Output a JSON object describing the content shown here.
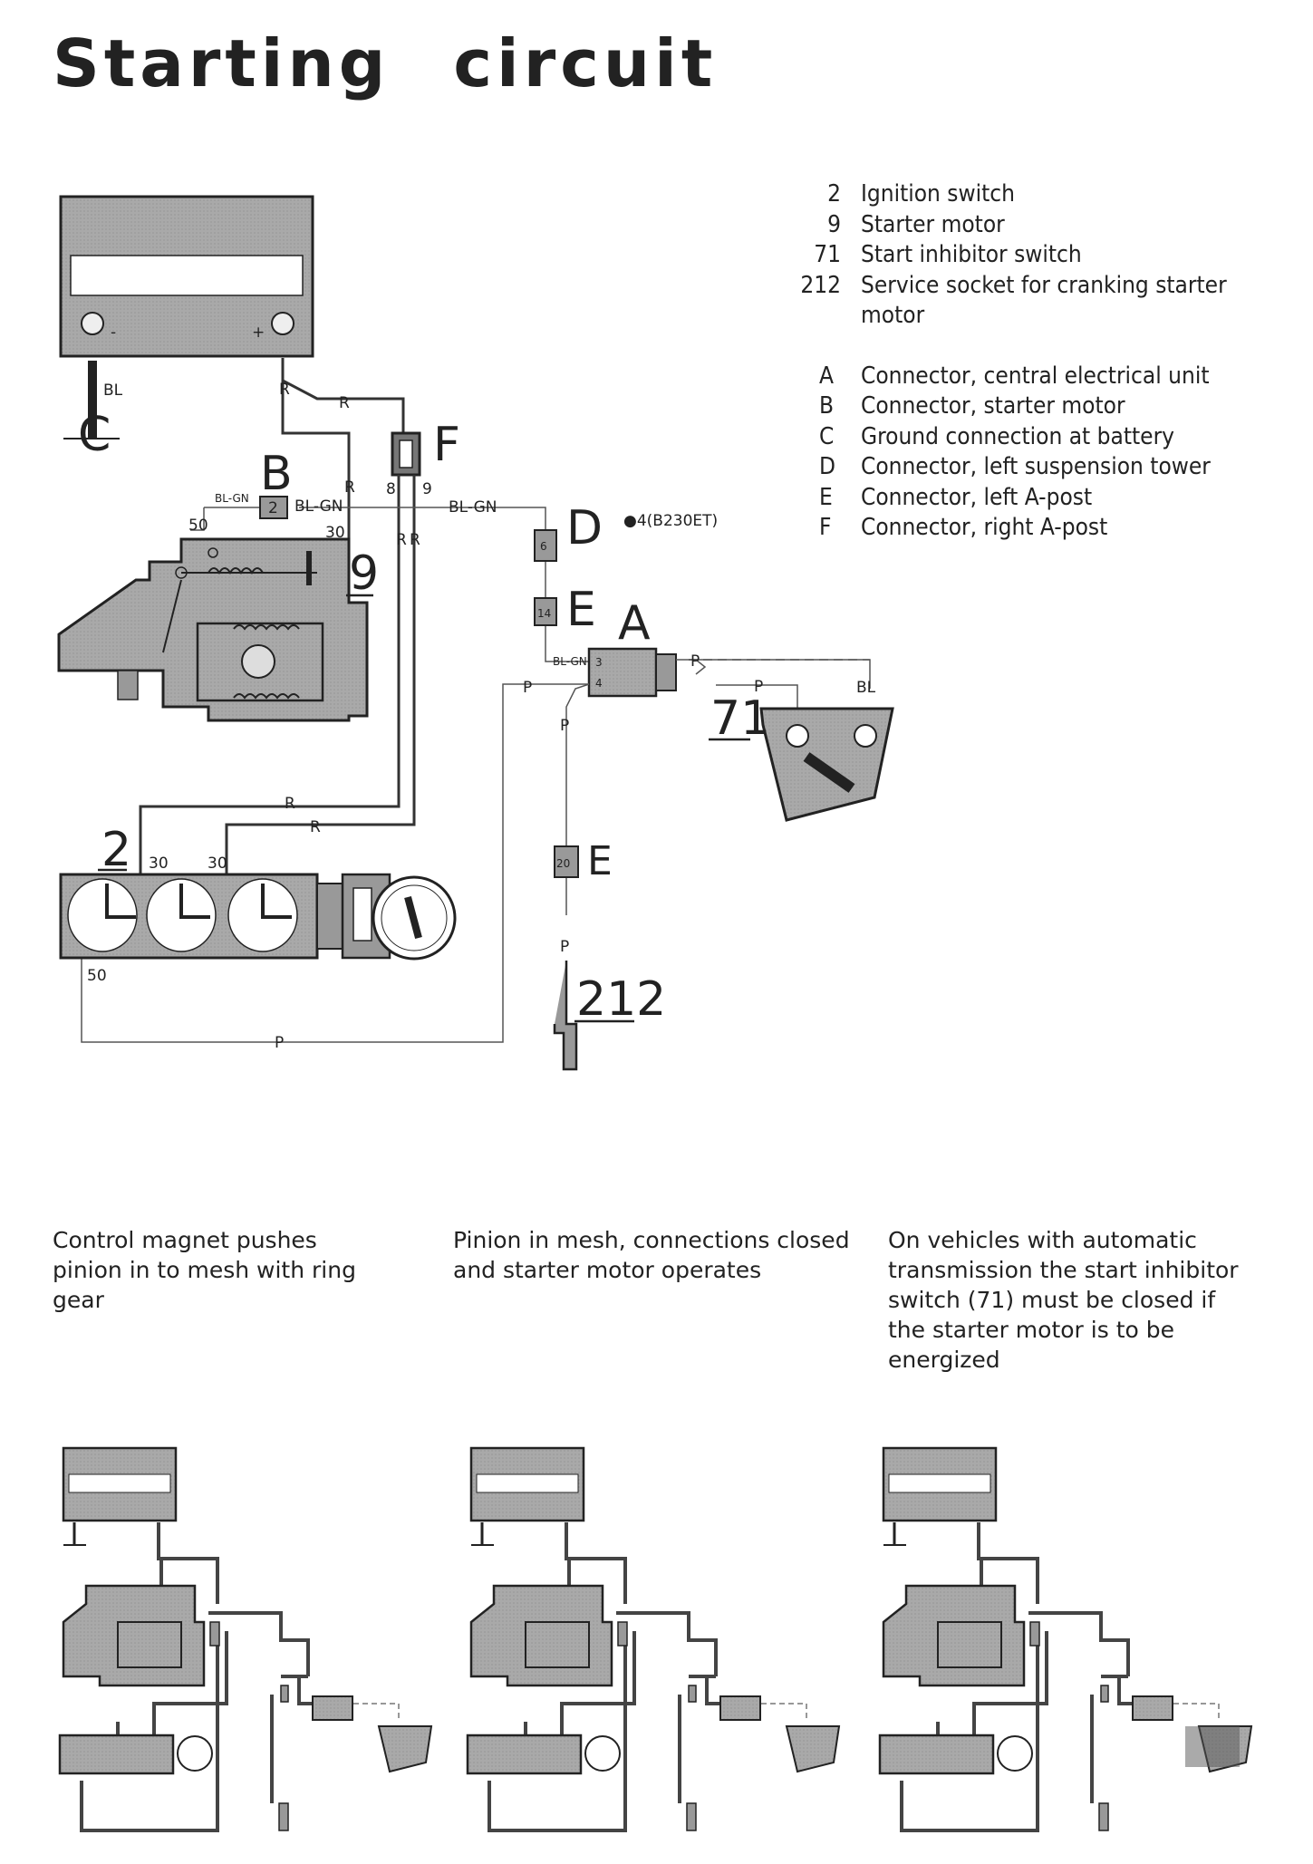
{
  "title": "Starting circuit",
  "legend": [
    {
      "key": "2",
      "text": "Ignition switch"
    },
    {
      "key": "9",
      "text": "Starter motor"
    },
    {
      "key": "71",
      "text": "Start inhibitor switch"
    },
    {
      "key": "212",
      "text": "Service socket for cranking starter motor"
    },
    {
      "key": "A",
      "text": "Connector, central electrical unit"
    },
    {
      "key": "B",
      "text": "Connector, starter motor"
    },
    {
      "key": "C",
      "text": "Ground connection at battery"
    },
    {
      "key": "D",
      "text": "Connector, left suspension tower"
    },
    {
      "key": "E",
      "text": "Connector, left A-post"
    },
    {
      "key": "F",
      "text": "Connector, right A-post"
    }
  ],
  "diagram": {
    "component_labels": {
      "c": "C",
      "b": "B",
      "f": "F",
      "d": "D",
      "e1": "E",
      "a": "A",
      "e2": "E",
      "n9": "9",
      "n2": "2",
      "n71": "71",
      "n212": "212"
    },
    "wire_labels": {
      "bl": "BL",
      "r1": "R",
      "r2": "R",
      "r3": "R",
      "bl_gn1": "BL-GN",
      "bl_gn2": "BL-GN",
      "bl_gn3": "BL-GN",
      "bl_gn4": "BL-GN",
      "r4": "R",
      "r5": "R",
      "r6": "R",
      "r7": "R",
      "p1": "P",
      "p2": "P",
      "p3": "P",
      "p4": "P",
      "p5": "P",
      "bl2": "BL"
    },
    "pin_labels": {
      "p50a": "50",
      "p30a": "30",
      "p8": "8",
      "p9": "9",
      "p30b": "30",
      "p30c": "30",
      "p50b": "50",
      "b2": "2",
      "d6": "6",
      "e14": "14",
      "e20": "20",
      "a3": "3",
      "a4": "4"
    },
    "note": "●4(B230ET)"
  },
  "captions": [
    "Control magnet pushes pinion in to mesh with ring gear",
    "Pinion in mesh, connections closed and starter motor operates",
    "On vehicles with automatic transmission the start inhibitor switch (71) must be closed if the starter motor is to be energized"
  ]
}
